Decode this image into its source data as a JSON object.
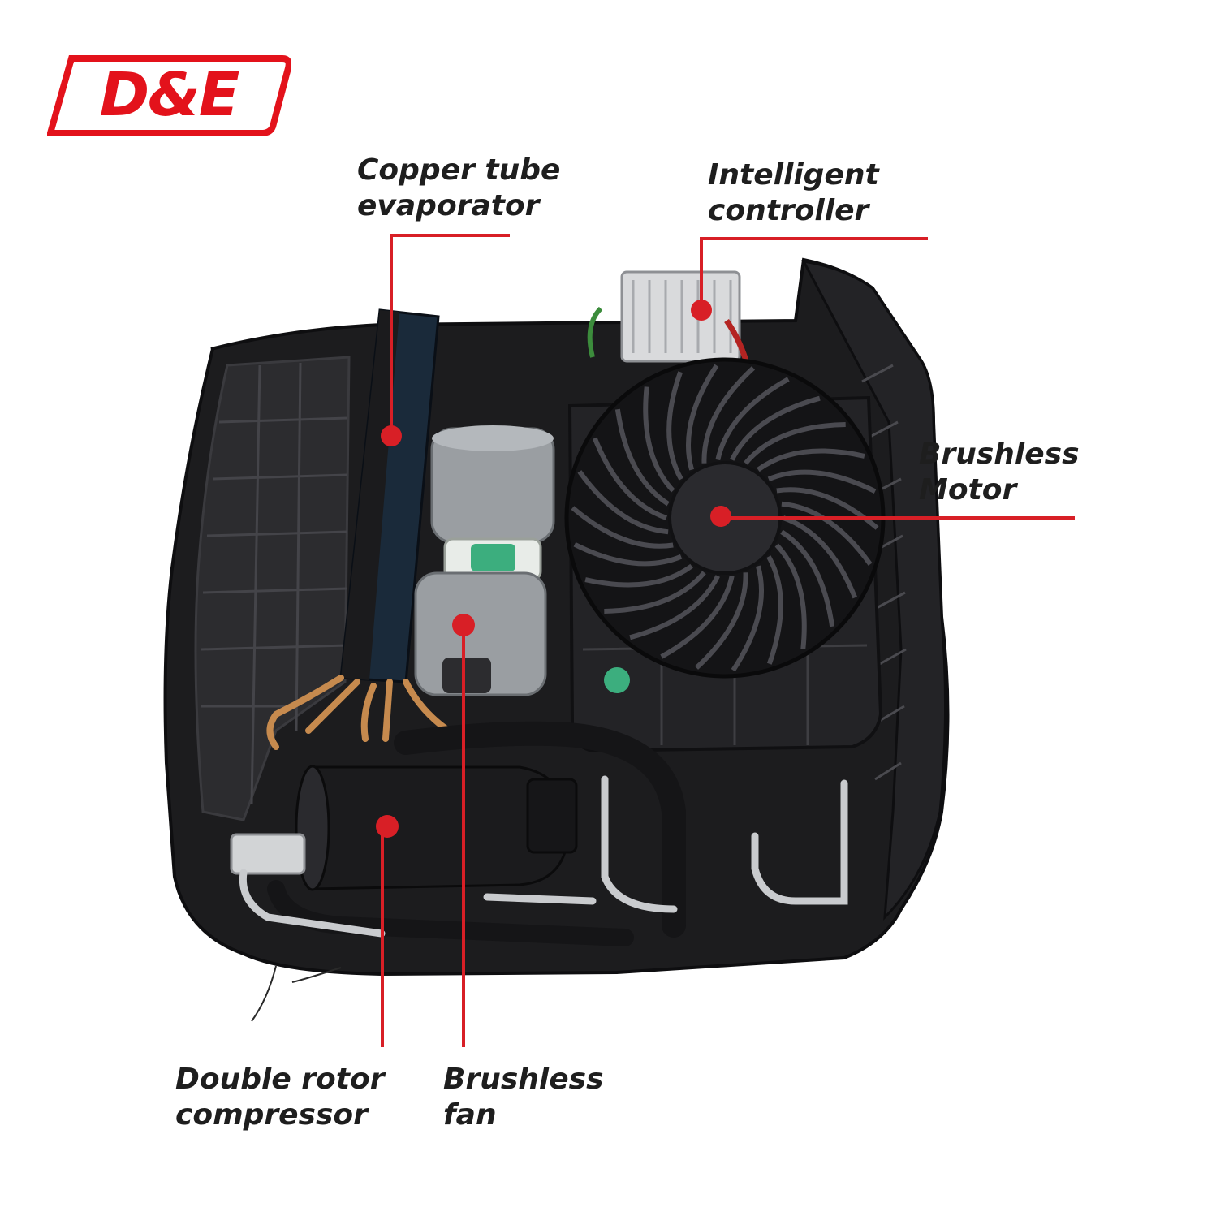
{
  "brand": {
    "logo_text": "D&E",
    "color": "#e3121b"
  },
  "callouts": {
    "evaporator": {
      "line1": "Copper tube",
      "line2": "evaporator"
    },
    "controller": {
      "line1": "Intelligent",
      "line2": "controller"
    },
    "motor": {
      "line1": "Brushless",
      "line2": "Motor"
    },
    "compressor": {
      "line1": "Double rotor",
      "line2": "compressor"
    },
    "fan": {
      "line1": "Brushless",
      "line2": "fan"
    }
  },
  "colors": {
    "leader": "#d81f26",
    "housing": "#1c1c1e",
    "housing_light": "#2c2c2f",
    "blower": "#9a9ea2",
    "evaporator": "#1a2a3a",
    "copper": "#c68a4e"
  }
}
